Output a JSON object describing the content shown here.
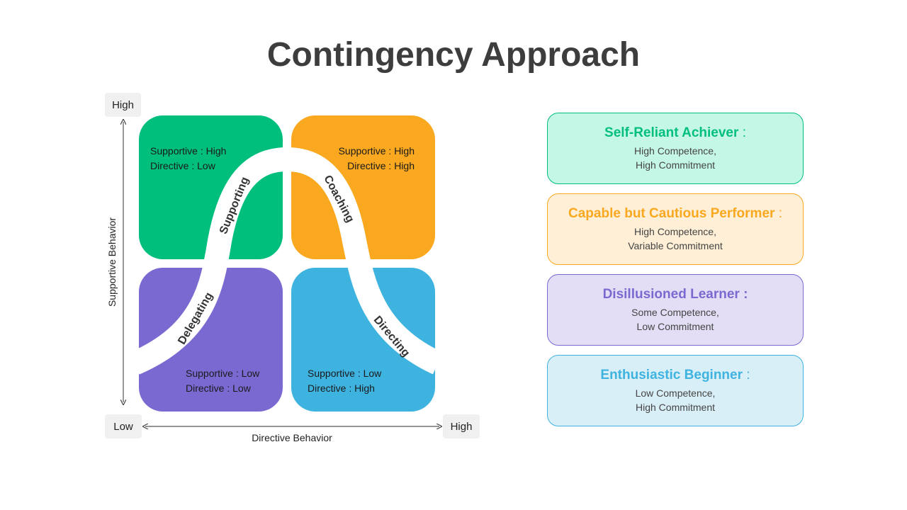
{
  "title": "Contingency Approach",
  "axes": {
    "y_high": "High",
    "y_label": "Supportive Behavior",
    "origin_low": "Low",
    "x_high": "High",
    "x_label": "Directive Behavior"
  },
  "quadrants": {
    "top_left": {
      "line1": "Supportive : High",
      "line2": "Directive : Low",
      "color": "#00bf7d"
    },
    "top_right": {
      "line1": "Supportive : High",
      "line2": "Directive : High",
      "color": "#f9a81f"
    },
    "bottom_left": {
      "line1": "Supportive : Low",
      "line2": "Directive : Low",
      "color": "#7b69d2"
    },
    "bottom_right": {
      "line1": "Supportive : Low",
      "line2": "Directive : High",
      "color": "#3fb3e0"
    }
  },
  "curve_labels": {
    "supporting": "Supporting",
    "coaching": "Coaching",
    "delegating": "Delegating",
    "directing": "Directing"
  },
  "cards": [
    {
      "title": "Self-Reliant Achiever",
      "line1": "High Competence,",
      "line2": "High Commitment",
      "color": "#00bf7d",
      "bg": "#c5f7e7"
    },
    {
      "title": "Capable but Cautious Performer",
      "line1": "High Competence,",
      "line2": "Variable Commitment",
      "color": "#f9a81f",
      "bg": "#feefd6"
    },
    {
      "title": "Disillusioned Learner :",
      "line1": "Some Competence,",
      "line2": "Low Commitment",
      "color": "#7b69d2",
      "bg": "#e3def5"
    },
    {
      "title": "Enthusiastic Beginner",
      "line1": "Low Competence,",
      "line2": "High Commitment",
      "color": "#3fb3e0",
      "bg": "#d9eff8"
    }
  ],
  "card_colon": ":"
}
